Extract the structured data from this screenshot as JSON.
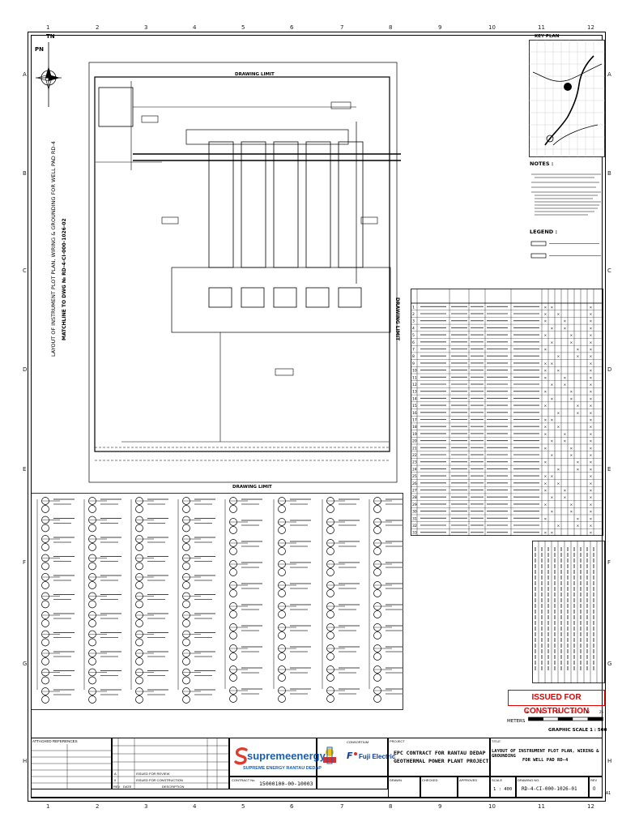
{
  "grid": {
    "columns": [
      "1",
      "2",
      "3",
      "4",
      "5",
      "6",
      "7",
      "8",
      "9",
      "10",
      "11",
      "12"
    ],
    "rows": [
      "A",
      "B",
      "C",
      "D",
      "E",
      "F",
      "G",
      "H"
    ]
  },
  "plan": {
    "north_tn": "TN",
    "north_pn": "PN",
    "drawing_limit_top": "DRAWING LIMIT",
    "drawing_limit_bottom": "DRAWING LIMIT",
    "drawing_limit_right": "DRAWING LIMIT",
    "matchline_text": "MATCHLINE TO DWG № RD-4-CI-000-1026-02",
    "vertical_title": "LAYOUT OF INSTRUMENT PLOT PLAN, WIRING & GROUNDING FOR WELL PAD RD-4"
  },
  "key_plan": {
    "title": "KEY PLAN"
  },
  "notes": {
    "title": "NOTES :"
  },
  "legend": {
    "title": "LEGEND :"
  },
  "schedule": {
    "title": "SCHEDULE",
    "row_numbers": [
      "1",
      "2",
      "3",
      "4",
      "5",
      "6",
      "7",
      "8",
      "9",
      "10",
      "11",
      "12",
      "13",
      "14",
      "15",
      "16",
      "17",
      "18",
      "19",
      "20",
      "21",
      "22",
      "23",
      "24",
      "25",
      "26",
      "27",
      "28",
      "29",
      "30",
      "31",
      "32",
      "33"
    ]
  },
  "stamp": {
    "text": "ISSUED FOR CONSTRUCTION"
  },
  "scale_bar": {
    "meters_label": "METERS",
    "ticks": [
      "0",
      "5",
      "10",
      "15",
      "20",
      "25"
    ],
    "graphic_scale": "GRAPHIC SCALE 1 : 500"
  },
  "title_block": {
    "attached_references": "ATTACHED REFERENCES",
    "revisions": [
      {
        "rev": "0",
        "date": "",
        "description": "ISSUED FOR CONSTRUCTION"
      },
      {
        "rev": "A",
        "date": "",
        "description": "ISSUED FOR REVIEW"
      }
    ],
    "rev_header": "REV",
    "date_header": "DATE",
    "description_header": "DESCRIPTION",
    "owner_brand": "supremeenergy",
    "owner_name": "SUPREME ENERGY RANTAU DEDAP",
    "contract_label": "CONTRACT No.",
    "contract_no": "15000100-00-10003",
    "consortium_label": "CONSORTIUM",
    "contractor_brand": "Fuji Electric",
    "project_label": "PROJECT",
    "project_title_1": "EPC CONTRACT FOR RANTAU DEDAP",
    "project_title_2": "GEOTHERMAL POWER PLANT PROJECT",
    "title_label": "TITLE",
    "drawing_title_1": "LAYOUT OF INSTRUMENT PLOT PLAN, WIRING & GROUNDING",
    "drawing_title_2": "FOR WELL PAD RD-4",
    "drawn_label": "DRAWN",
    "checked_label": "CHECKED",
    "approved_label": "APPROVED",
    "scale_label": "SCALE",
    "scale_value": "1 : 400",
    "drawing_no_label": "DRAWING NO.",
    "drawing_no": "RD-4-CI-000-1026-01",
    "rev_label": "REV",
    "rev_value": "0",
    "sheet_size": "A1"
  }
}
